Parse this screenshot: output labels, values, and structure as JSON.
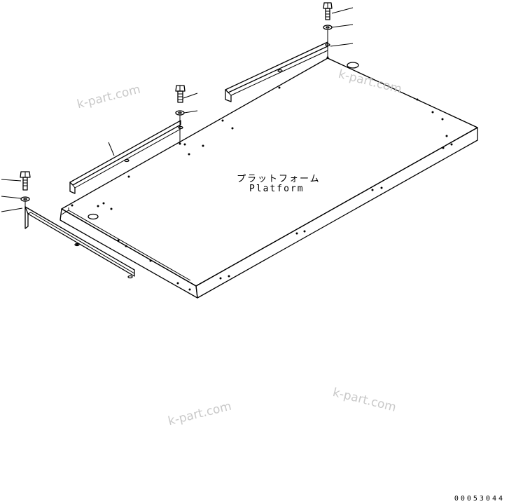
{
  "label_japanese": "プラットフォーム",
  "label_english": "Platform",
  "watermark_text": "k-part.com",
  "drawing_code": "00053044"
}
